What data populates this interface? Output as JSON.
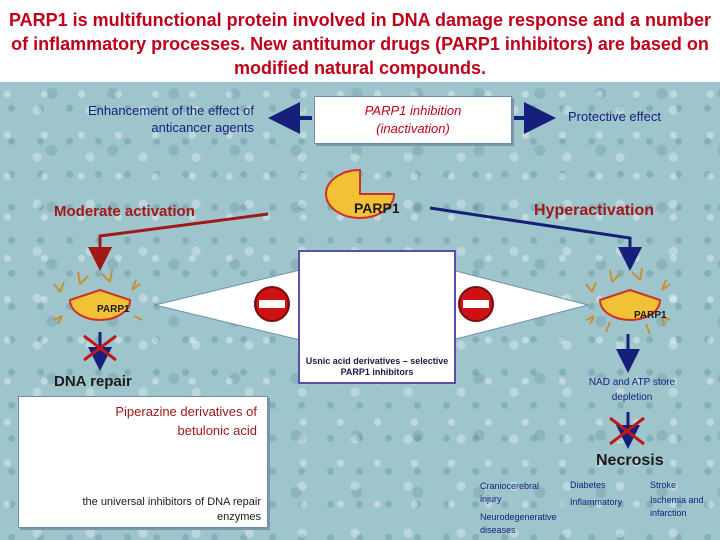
{
  "title": "PARP1 is multifunctional protein involved in DNA damage response and a number of inflammatory processes. New antitumor drugs (PARP1 inhibitors) are based on modified natural compounds.",
  "top": {
    "left_text": "Enhancement of the effect  of anticancer  agents",
    "center_box": "PARP1 inhibition (inactivation)",
    "right_text": "Protective effect"
  },
  "center": {
    "parp1_label": "PARP1",
    "moderate": "Moderate activation",
    "hyper": "Hyperactivation",
    "left_enzyme_label": "PARP1",
    "right_enzyme_label": "PARP1",
    "usnic_box": "Usnic acid derivatives – selective PARP1 inhibitors"
  },
  "left_panel": {
    "dna_repair": "DNA repair",
    "piperazine": "Piperazine derivatives of betulonic acid",
    "universal": "the universal inhibitors of DNA repair enzymes"
  },
  "right_panel": {
    "nad_atp": "NAD and ATP store depletion",
    "necrosis": "Necrosis",
    "diseases": [
      "Craniocerebral injury",
      "Diabetes",
      "Inflammatory",
      "Stroke",
      "Ischemia and infarction",
      "Neurodegenerative diseases"
    ]
  },
  "colors": {
    "title": "#c0001a",
    "navy": "#16207a",
    "dark_red": "#a01818",
    "stop_red": "#cc1212",
    "enzyme_yellow": "#f2c236",
    "usnic_border": "#5a4db0"
  }
}
